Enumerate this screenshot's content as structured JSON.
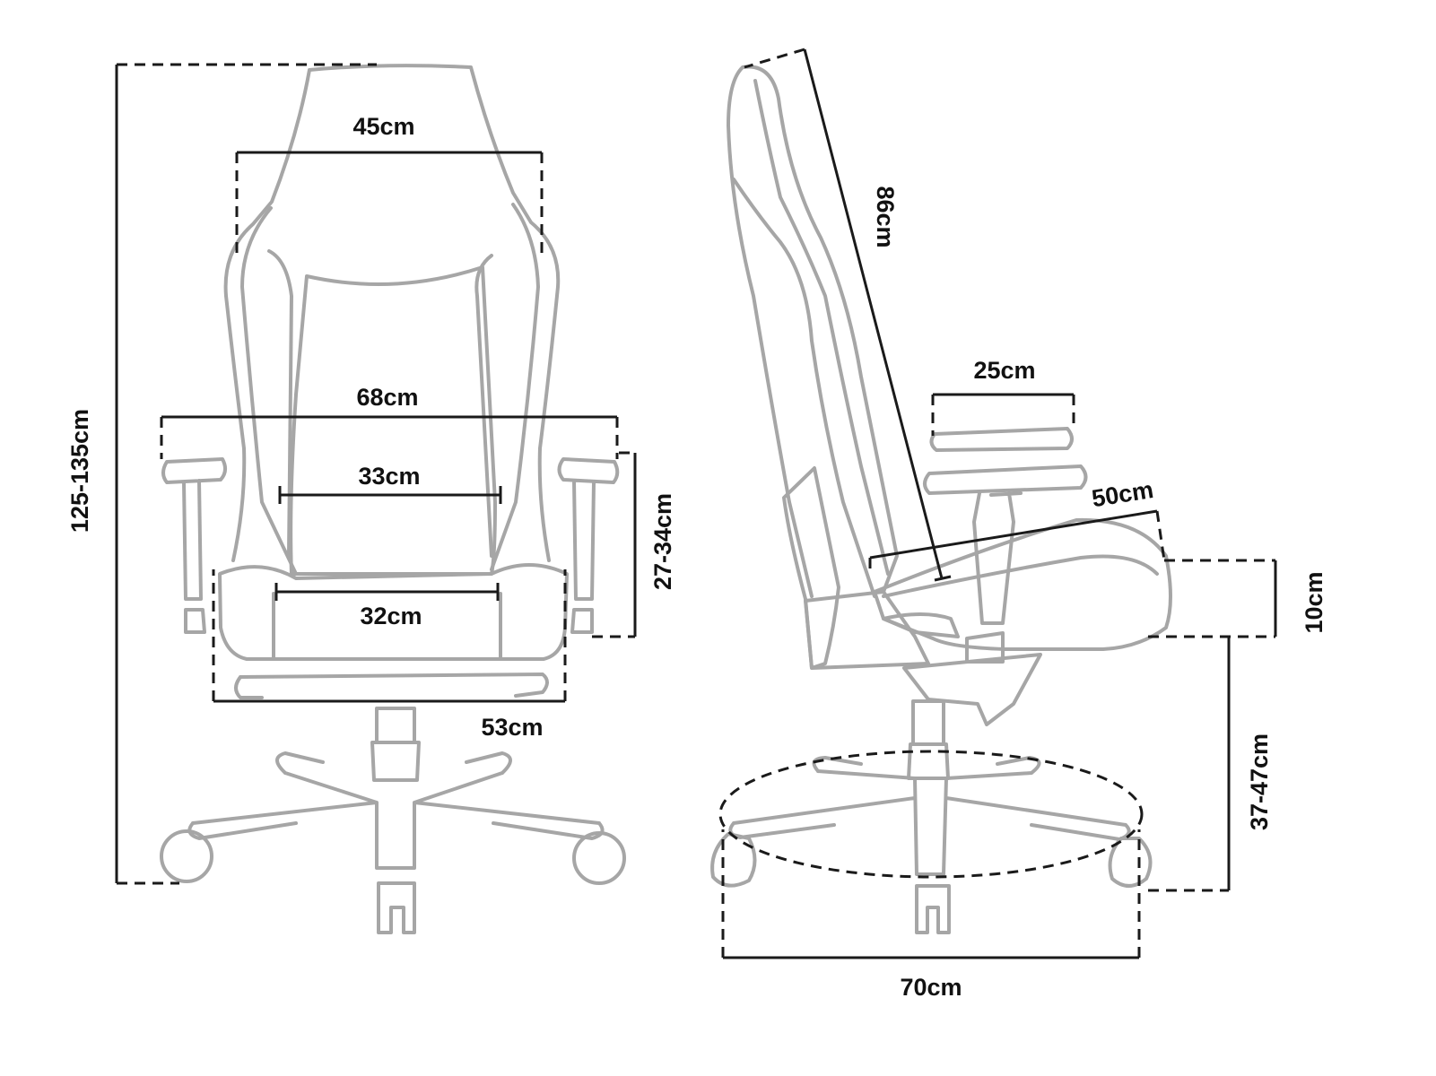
{
  "front_view": {
    "headrest_width": "45cm",
    "overall_width": "68cm",
    "lumbar_width": "33cm",
    "seat_width": "32cm",
    "base_width": "53cm",
    "armrest_height": "27-34cm",
    "total_height": "125-135cm"
  },
  "side_view": {
    "backrest_height": "86cm",
    "armrest_length": "25cm",
    "seat_depth": "50cm",
    "seat_cushion_thickness": "10cm",
    "seat_height": "37-47cm",
    "base_diameter": "70cm"
  },
  "colors": {
    "chair_outline": "#a6a6a6",
    "dimension_line": "#1a1a1a",
    "label_text": "#111111"
  }
}
